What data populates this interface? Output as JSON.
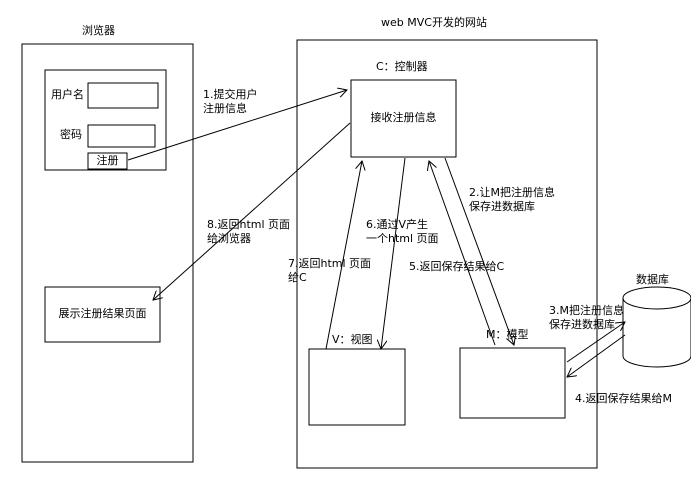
{
  "browser": {
    "title": "浏览器",
    "form": {
      "username_label": "用户名",
      "username_value": "",
      "password_label": "密码",
      "password_value": "",
      "register_button": "注册"
    },
    "result_page": "展示注册结果页面"
  },
  "website": {
    "title": "web MVC开发的网站",
    "controller": {
      "title": "C：控制器",
      "box": "接收注册信息"
    },
    "view": {
      "title": "V：视图"
    },
    "model": {
      "title": "M：模型"
    }
  },
  "database": {
    "title": "数据库"
  },
  "arrows": {
    "a1": "1.提交用户\n注册信息",
    "a2": "2.让M把注册信息\n保存进数据库",
    "a3": "3.M把注册信息\n保存进数据库",
    "a4": "4.返回保存结果给M",
    "a5": "5.返回保存结果给C",
    "a6": "6.通过V产生\n一个html 页面",
    "a7": "7.返回html 页面\n给C",
    "a8": "8.返回html 页面\n给浏览器"
  }
}
